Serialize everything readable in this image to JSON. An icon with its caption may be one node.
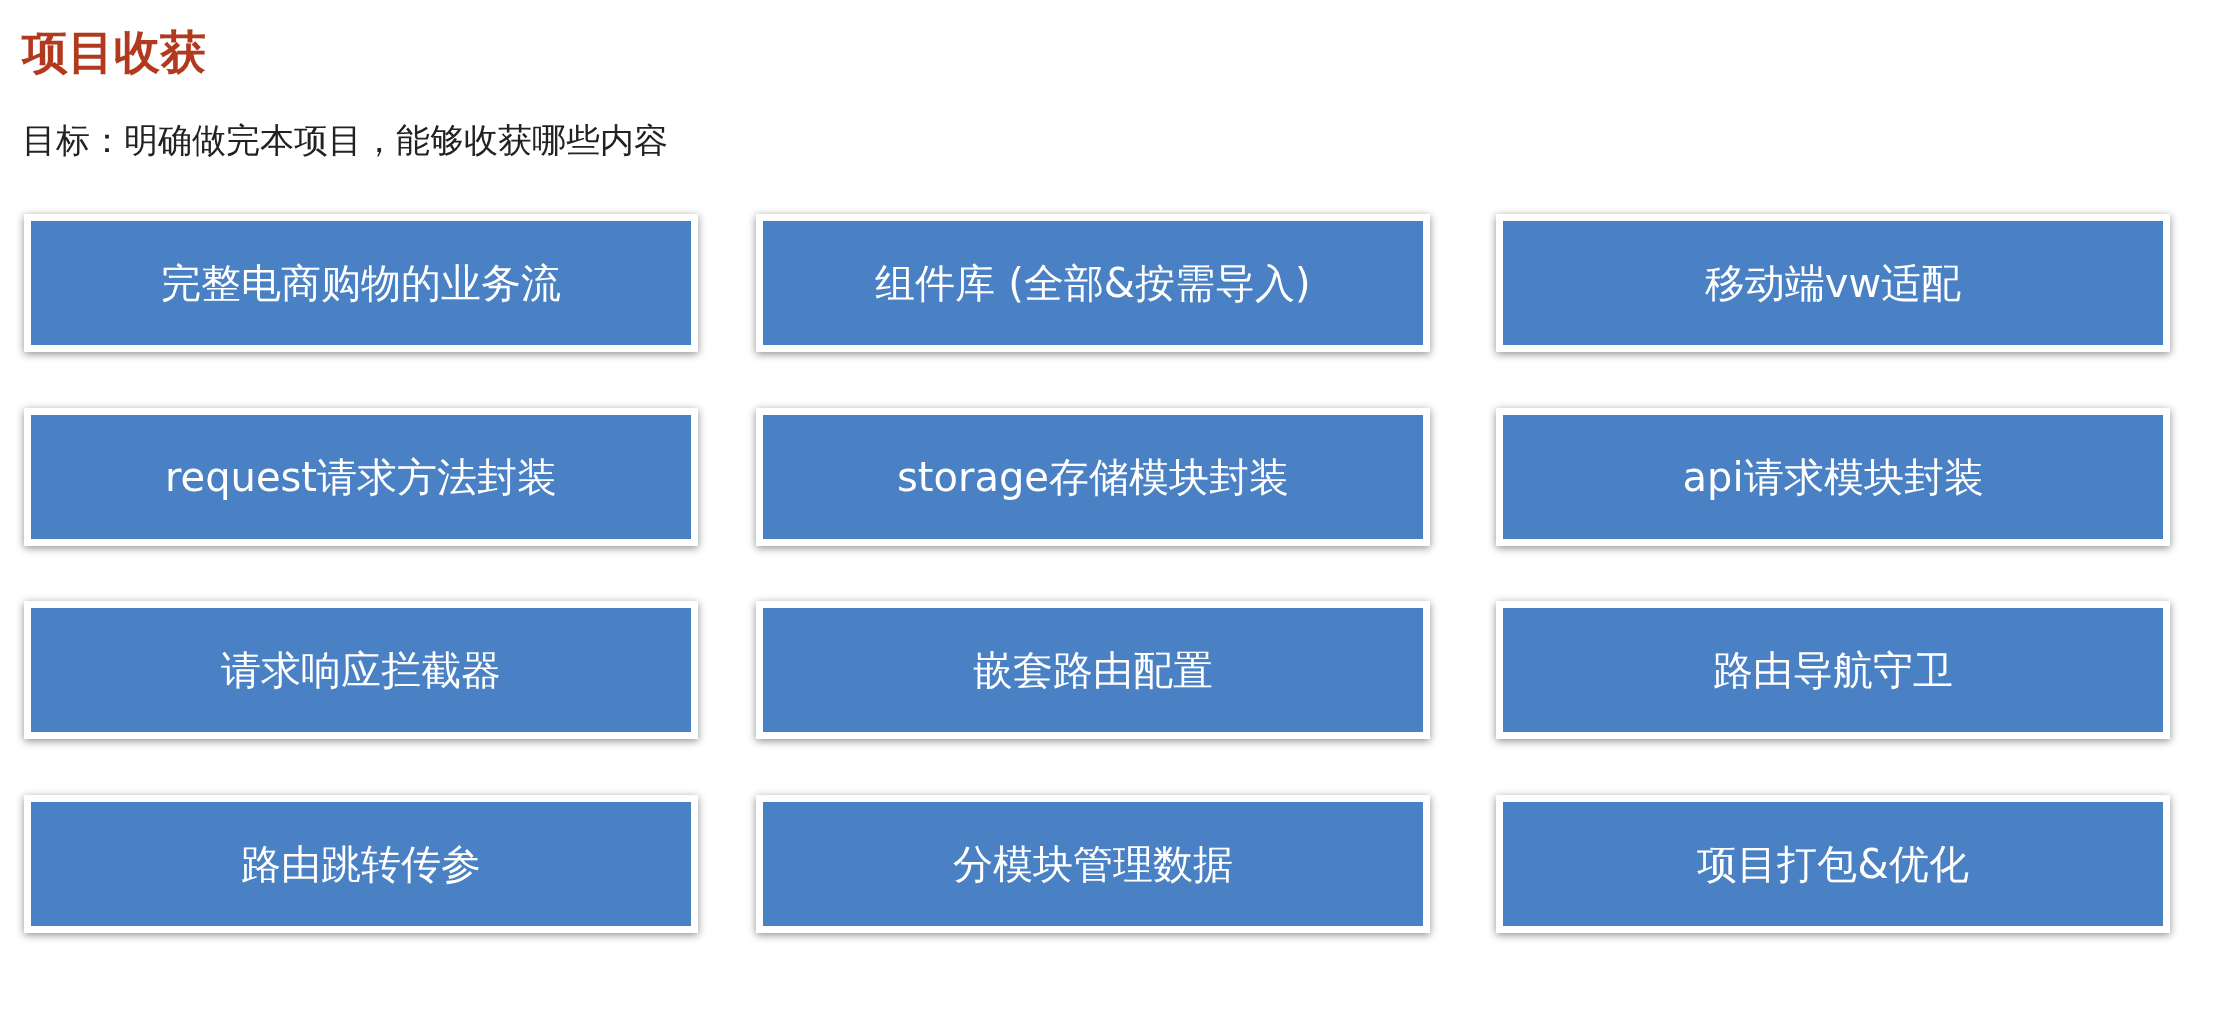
{
  "diagram": {
    "title": "项目收获",
    "labels": [
      "目标：明确做完本项目，能够收获哪些内容"
    ],
    "nodes": [
      {
        "text": [
          "完整电商购物的业务流"
        ]
      },
      {
        "text": [
          "组件库 (全部&按需导入)"
        ]
      },
      {
        "text": [
          "移动端vw适配"
        ]
      },
      {
        "text": [
          "request请求方法封装"
        ]
      },
      {
        "text": [
          "storage存储模块封装"
        ]
      },
      {
        "text": [
          "api请求模块封装"
        ]
      },
      {
        "text": [
          "请求响应拦截器"
        ]
      },
      {
        "text": [
          "嵌套路由配置"
        ]
      },
      {
        "text": [
          "路由导航守卫"
        ]
      },
      {
        "text": [
          "路由跳转传参"
        ]
      },
      {
        "text": [
          "分模块管理数据"
        ]
      },
      {
        "text": [
          "项目打包&优化"
        ]
      }
    ]
  }
}
